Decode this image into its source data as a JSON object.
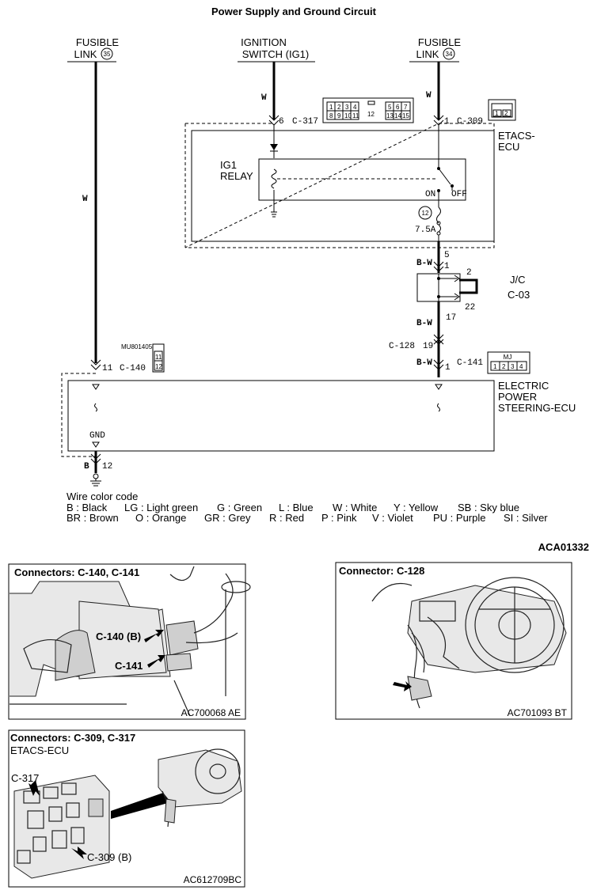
{
  "title": "Power Supply and Ground Circuit",
  "sources": {
    "fusible_link_35": {
      "line1": "FUSIBLE",
      "line2": "LINK",
      "number": "35"
    },
    "ignition_switch": {
      "line1": "IGNITION",
      "line2": "SWITCH (IG1)"
    },
    "fusible_link_34": {
      "line1": "FUSIBLE",
      "line2": "LINK",
      "number": "34"
    }
  },
  "wires": {
    "left_w": "W",
    "ig_w": "W",
    "right_w": "W",
    "bw_top": "B-W",
    "bw_mid": "B-W",
    "bw_bottom": "B-W",
    "ground_b": "B"
  },
  "connectors": {
    "c317": {
      "label": "C-317",
      "pin": "6",
      "pins_top": [
        "1",
        "2",
        "3",
        "4",
        "5",
        "6",
        "7"
      ],
      "pins_bottom": [
        "8",
        "9",
        "10",
        "11",
        "13",
        "14",
        "15"
      ],
      "center": "12"
    },
    "c309": {
      "label": "C-309",
      "pin": "1",
      "pins": [
        "1",
        "2"
      ]
    },
    "c140": {
      "label": "C-140",
      "pin": "11",
      "code": "MU801405",
      "pins": [
        "11",
        "12"
      ]
    },
    "c141": {
      "label": "C-141",
      "pin": "1",
      "code": "MJ",
      "pins": [
        "1",
        "2",
        "3",
        "4"
      ]
    },
    "c128": {
      "label": "C-128",
      "pin": "19"
    }
  },
  "etacs": {
    "line1": "ETACS-",
    "line2": "ECU"
  },
  "relay": {
    "line1": "IG1",
    "line2": "RELAY",
    "on": "ON",
    "off": "OFF"
  },
  "fuse": {
    "number": "12",
    "rating": "7.5A"
  },
  "etacs_out_pin": "5",
  "jc": {
    "label": "J/C",
    "connector": "C-03",
    "pin_in": "1",
    "pin_2": "2",
    "pin_22": "22",
    "pin_out": "17"
  },
  "eps": {
    "line1": "ELECTRIC",
    "line2": "POWER",
    "line3": "STEERING-ECU",
    "gnd": "GND",
    "gnd_pin": "12"
  },
  "color_code": {
    "title": "Wire color code",
    "row1": [
      "B : Black",
      "LG : Light green",
      "G : Green",
      "L : Blue",
      "W : White",
      "Y : Yellow",
      "SB : Sky blue"
    ],
    "row2": [
      "BR : Brown",
      "O : Orange",
      "GR : Grey",
      "R : Red",
      "P : Pink",
      "V : Violet",
      "PU : Purple",
      "SI : Silver"
    ]
  },
  "diagram_code": "ACA01332",
  "panels": {
    "p1": {
      "title": "Connectors: C-140, C-141",
      "callout1": "C-140 (B)",
      "callout2": "C-141",
      "code": "AC700068 AE"
    },
    "p2": {
      "title": "Connector: C-128",
      "code": "AC701093 BT"
    },
    "p3": {
      "title": "Connectors: C-309, C-317",
      "subtitle": "ETACS-ECU",
      "callout1": "C-317",
      "callout2": "C-309 (B)",
      "code": "AC612709BC"
    }
  }
}
